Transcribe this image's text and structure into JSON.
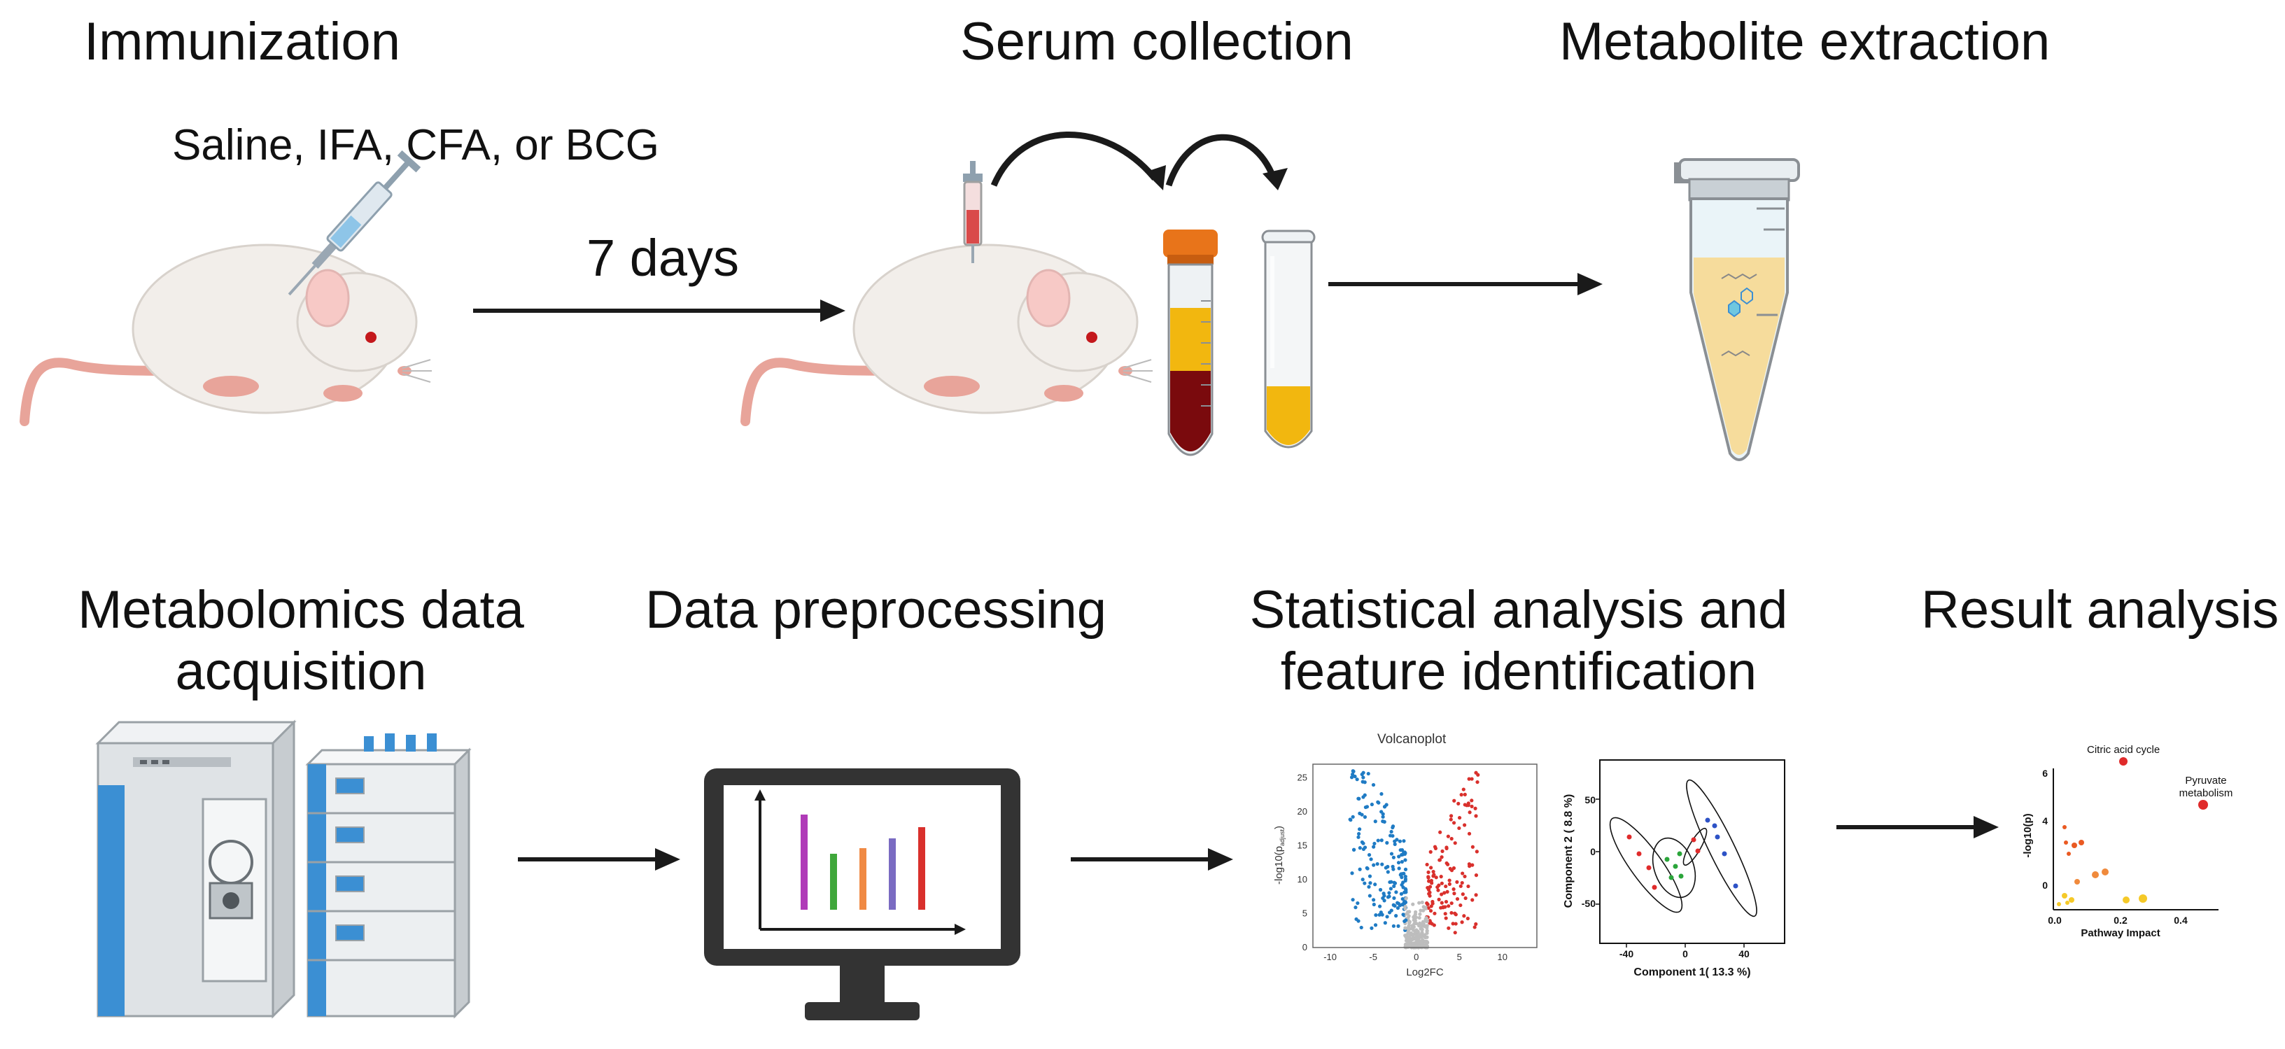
{
  "steps": {
    "immunization": "Immunization",
    "serum_collection": "Serum collection",
    "metabolite_extraction": "Metabolite extraction",
    "data_acquisition_line1": "Metabolomics data",
    "data_acquisition_line2": "acquisition",
    "data_preprocessing": "Data preprocessing",
    "statistical_line1": "Statistical  analysis and",
    "statistical_line2": "feature identification",
    "result_analysis": "Result analysis"
  },
  "annotations": {
    "treatments": "Saline,  IFA, CFA, or  BCG",
    "interval": "7 days"
  },
  "volcano_plot": {
    "title": "Volcanoplot",
    "xlabel": "Log2FC",
    "ylabel": "-log10(p",
    "ylabel_sub": "adjust",
    "ylabel_close": ")",
    "xticks": [
      "-10",
      "-5",
      "0",
      "5",
      "10"
    ],
    "yticks": [
      "0",
      "5",
      "10",
      "15",
      "20",
      "25"
    ],
    "colors": {
      "down": "#1f7bc4",
      "up": "#d9302c",
      "ns": "#bdbdbd"
    }
  },
  "pca_plot": {
    "xlabel": "Component 1( 13.3 %)",
    "ylabel": "Component 2 ( 8.8 %)",
    "xticks": [
      "-40",
      "0",
      "40"
    ],
    "yticks": [
      "50",
      "0",
      "-50"
    ]
  },
  "pathway_plot": {
    "xlabel": "Pathway Impact",
    "ylabel": "-log10(p)",
    "xticks": [
      "0.0",
      "0.2",
      "0.4"
    ],
    "yticks": [
      "6",
      "4",
      "0"
    ],
    "annotation_citric": "Citric acid cycle",
    "annotation_pyruvate_line1": "Pyruvate",
    "annotation_pyruvate_line2": "metabolism"
  },
  "colors": {
    "arrow": "#1a1a1a",
    "mouse_body": "#f2eeea",
    "mouse_tail": "#e8a49a",
    "serum_yellow": "#f2b70f",
    "blood_red": "#7a0a0d",
    "tube_cap": "#e8741a",
    "instrument_blue": "#3b8fd3"
  }
}
